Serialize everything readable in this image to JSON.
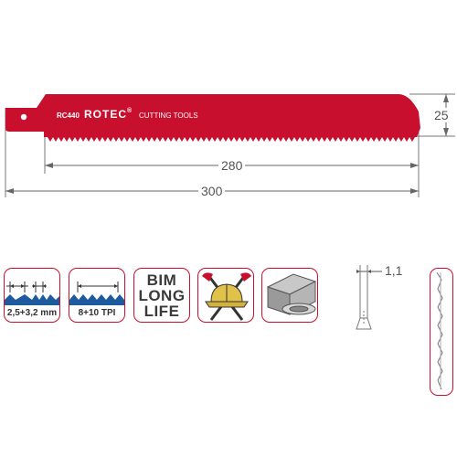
{
  "blade": {
    "model": "RC440",
    "brand": "ROTEC",
    "registered_mark": "®",
    "tagline": "CUTTING TOOLS",
    "color": "#c8102e"
  },
  "dimensions": {
    "height_label": "25",
    "cutting_length_label": "280",
    "total_length_label": "300",
    "thickness_label": "1,1"
  },
  "icons": {
    "tooth_pitch": {
      "icon": "tooth-pitch-icon",
      "label": "2,5+3,2 mm"
    },
    "tpi": {
      "icon": "tpi-icon",
      "label": "8+10 TPI"
    },
    "material": {
      "line1": "BIM",
      "line2": "LONG",
      "line3": "LIFE"
    },
    "rescue": {
      "icon": "firefighter-helmet-axes-icon"
    },
    "profile": {
      "icon": "steel-profile-pipe-icon"
    }
  },
  "side_views": {
    "thickness": {
      "icon": "blade-thickness-icon"
    },
    "tooth_set": {
      "icon": "tooth-set-profile-icon"
    }
  }
}
